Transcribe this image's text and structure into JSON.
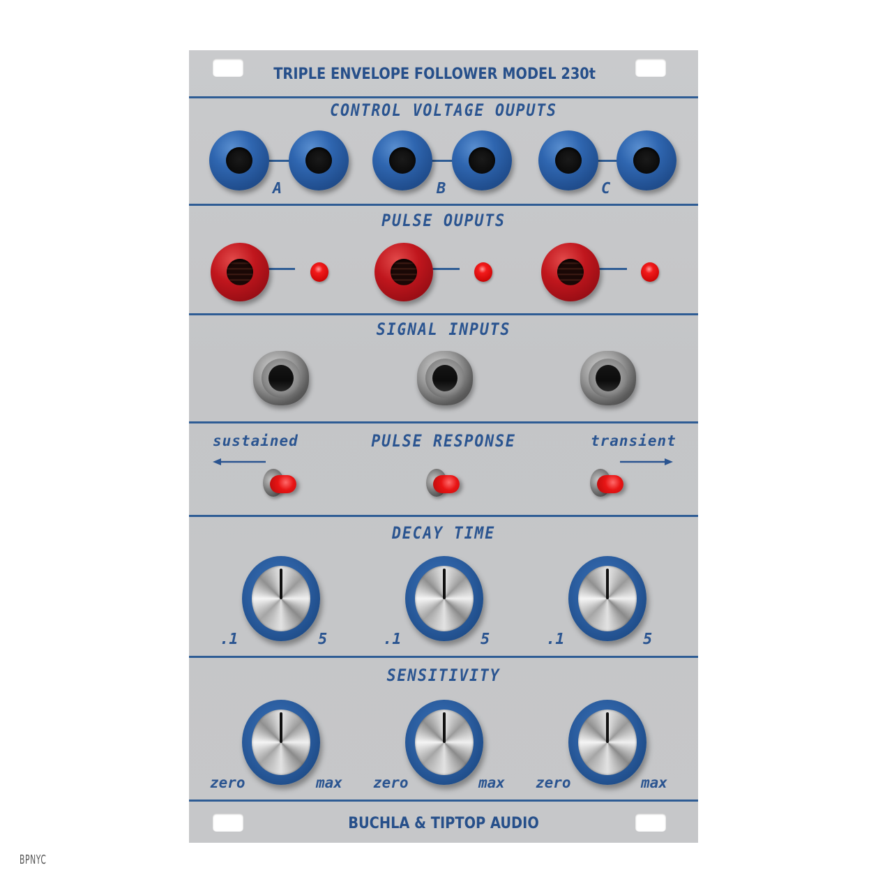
{
  "module": {
    "title": "TRIPLE ENVELOPE FOLLOWER MODEL 230t",
    "footer": "BUCHLA & TIPTOP AUDIO",
    "panel_color": "#c6c7c9",
    "accent_color": "#2a5490"
  },
  "sections": {
    "cv_outputs": {
      "label": "CONTROL VOLTAGE OUPUTS",
      "channels": [
        {
          "label": "A",
          "jack_color": "blue"
        },
        {
          "label": "B",
          "jack_color": "blue"
        },
        {
          "label": "C",
          "jack_color": "blue"
        }
      ]
    },
    "pulse_outputs": {
      "label": "PULSE OUPUTS",
      "channels": [
        {
          "jack_color": "red",
          "led": "red"
        },
        {
          "jack_color": "red",
          "led": "red"
        },
        {
          "jack_color": "red",
          "led": "red"
        }
      ]
    },
    "signal_inputs": {
      "label": "SIGNAL INPUTS",
      "count": 3
    },
    "pulse_response": {
      "label": "PULSE RESPONSE",
      "left_label": "sustained",
      "right_label": "transient",
      "left_arrow": "arrow-left-icon",
      "right_arrow": "arrow-right-icon",
      "switches": [
        {
          "position": "right"
        },
        {
          "position": "right"
        },
        {
          "position": "right"
        }
      ]
    },
    "decay_time": {
      "label": "DECAY TIME",
      "knobs": [
        {
          "min_label": ".1",
          "max_label": "5"
        },
        {
          "min_label": ".1",
          "max_label": "5"
        },
        {
          "min_label": ".1",
          "max_label": "5"
        }
      ]
    },
    "sensitivity": {
      "label": "SENSITIVITY",
      "knobs": [
        {
          "min_label": "zero",
          "max_label": "max"
        },
        {
          "min_label": "zero",
          "max_label": "max"
        },
        {
          "min_label": "zero",
          "max_label": "max"
        }
      ]
    }
  },
  "watermark": "BPNYC"
}
